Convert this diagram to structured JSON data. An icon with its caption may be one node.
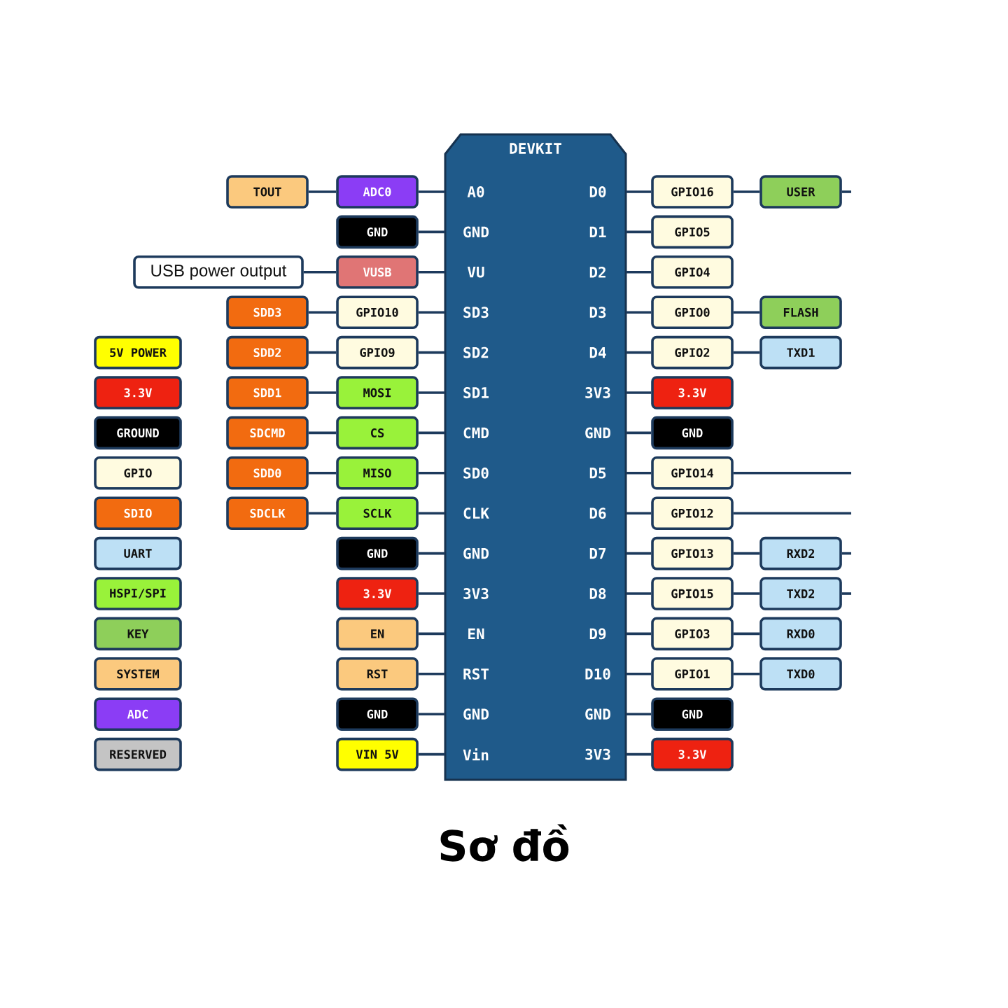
{
  "diagram": {
    "caption": "Sơ đồ",
    "nodes": [
      {
        "text": [
          "DEVKIT"
        ]
      },
      {
        "text": [
          "A0"
        ],
        "in": 0
      },
      {
        "text": [
          "GND"
        ],
        "in": 0
      },
      {
        "text": [
          "VU"
        ],
        "in": 0
      },
      {
        "text": [
          "SD3"
        ],
        "in": 0
      },
      {
        "text": [
          "SD2"
        ],
        "in": 0
      },
      {
        "text": [
          "SD1"
        ],
        "in": 0
      },
      {
        "text": [
          "CMD"
        ],
        "in": 0
      },
      {
        "text": [
          "SD0"
        ],
        "in": 0
      },
      {
        "text": [
          "CLK"
        ],
        "in": 0
      },
      {
        "text": [
          "GND"
        ],
        "in": 0
      },
      {
        "text": [
          "3V3"
        ],
        "in": 0
      },
      {
        "text": [
          "EN"
        ],
        "in": 0
      },
      {
        "text": [
          "RST"
        ],
        "in": 0
      },
      {
        "text": [
          "GND"
        ],
        "in": 0
      },
      {
        "text": [
          "Vin"
        ],
        "in": 0
      },
      {
        "text": [
          "D0"
        ],
        "in": 0
      },
      {
        "text": [
          "D1"
        ],
        "in": 0
      },
      {
        "text": [
          "D2"
        ],
        "in": 0
      },
      {
        "text": [
          "D3"
        ],
        "in": 0
      },
      {
        "text": [
          "D4"
        ],
        "in": 0
      },
      {
        "text": [
          "3V3"
        ],
        "in": 0
      },
      {
        "text": [
          "GND"
        ],
        "in": 0
      },
      {
        "text": [
          "D5"
        ],
        "in": 0
      },
      {
        "text": [
          "D6"
        ],
        "in": 0
      },
      {
        "text": [
          "D7"
        ],
        "in": 0
      },
      {
        "text": [
          "D8"
        ],
        "in": 0
      },
      {
        "text": [
          "D9"
        ],
        "in": 0
      },
      {
        "text": [
          "D10"
        ],
        "in": 0
      },
      {
        "text": [
          "GND"
        ],
        "in": 0
      },
      {
        "text": [
          "3V3"
        ],
        "in": 0
      },
      {
        "text": [
          "TOUT"
        ]
      },
      {
        "text": [
          "ADC0"
        ]
      },
      {
        "text": [
          "GPIO16"
        ]
      },
      {
        "text": [
          "USER"
        ]
      },
      {
        "text": [
          "GND"
        ]
      },
      {
        "text": [
          "GPIO5"
        ]
      },
      {
        "text": [
          "USB power output"
        ]
      },
      {
        "text": [
          "VUSB"
        ]
      },
      {
        "text": [
          "GPIO4"
        ]
      },
      {
        "text": [
          "SDD3"
        ]
      },
      {
        "text": [
          "GPIO10"
        ]
      },
      {
        "text": [
          "GPIO0"
        ]
      },
      {
        "text": [
          "FLASH"
        ]
      },
      {
        "text": [
          "SDD2"
        ]
      },
      {
        "text": [
          "GPIO9"
        ]
      },
      {
        "text": [
          "GPIO2"
        ]
      },
      {
        "text": [
          "TXD1"
        ]
      },
      {
        "text": [
          "SDD1"
        ]
      },
      {
        "text": [
          "MOSI"
        ]
      },
      {
        "text": [
          "3.3V"
        ]
      },
      {
        "text": [
          "SDCMD"
        ]
      },
      {
        "text": [
          "CS"
        ]
      },
      {
        "text": [
          "GND"
        ]
      },
      {
        "text": [
          "SDD0"
        ]
      },
      {
        "text": [
          "MISO"
        ]
      },
      {
        "text": [
          "GPIO14"
        ]
      },
      {
        "text": [
          "SDCLK"
        ]
      },
      {
        "text": [
          "SCLK"
        ]
      },
      {
        "text": [
          "GPIO12"
        ]
      },
      {
        "text": [
          "GND"
        ]
      },
      {
        "text": [
          "GPIO13"
        ]
      },
      {
        "text": [
          "RXD2"
        ]
      },
      {
        "text": [
          "3.3V"
        ]
      },
      {
        "text": [
          "GPIO15"
        ]
      },
      {
        "text": [
          "TXD2"
        ]
      },
      {
        "text": [
          "EN"
        ]
      },
      {
        "text": [
          "GPIO3"
        ]
      },
      {
        "text": [
          "RXD0"
        ]
      },
      {
        "text": [
          "RST"
        ]
      },
      {
        "text": [
          "GPIO1"
        ]
      },
      {
        "text": [
          "TXD0"
        ]
      },
      {
        "text": [
          "GND"
        ]
      },
      {
        "text": [
          "GND"
        ]
      },
      {
        "text": [
          "VIN 5V"
        ]
      },
      {
        "text": [
          "3.3V"
        ]
      }
    ],
    "edges": [
      {
        "from": 31,
        "to": 32,
        "arrow": "none"
      },
      {
        "from": 32,
        "to": 1,
        "arrow": "none"
      },
      {
        "from": 16,
        "to": 33,
        "arrow": "none"
      },
      {
        "from": 33,
        "to": 34,
        "arrow": "none"
      },
      {
        "from": 34,
        "to": null,
        "arrow": "none"
      },
      {
        "from": 35,
        "to": 2,
        "arrow": "none"
      },
      {
        "from": 17,
        "to": 36,
        "arrow": "none"
      },
      {
        "from": 37,
        "to": 38,
        "arrow": "none"
      },
      {
        "from": 38,
        "to": 3,
        "arrow": "none"
      },
      {
        "from": 18,
        "to": 39,
        "arrow": "none"
      },
      {
        "from": 40,
        "to": 41,
        "arrow": "none"
      },
      {
        "from": 41,
        "to": 4,
        "arrow": "none"
      },
      {
        "from": 19,
        "to": 42,
        "arrow": "none"
      },
      {
        "from": 42,
        "to": 43,
        "arrow": "none"
      },
      {
        "from": 44,
        "to": 45,
        "arrow": "none"
      },
      {
        "from": 45,
        "to": 5,
        "arrow": "none"
      },
      {
        "from": 20,
        "to": 46,
        "arrow": "none"
      },
      {
        "from": 46,
        "to": 47,
        "arrow": "none"
      },
      {
        "from": 48,
        "to": 49,
        "arrow": "none"
      },
      {
        "from": 49,
        "to": 6,
        "arrow": "none"
      },
      {
        "from": 21,
        "to": 50,
        "arrow": "none"
      },
      {
        "from": 51,
        "to": 52,
        "arrow": "none"
      },
      {
        "from": 52,
        "to": 7,
        "arrow": "none"
      },
      {
        "from": 22,
        "to": 53,
        "arrow": "none"
      },
      {
        "from": 54,
        "to": 55,
        "arrow": "none"
      },
      {
        "from": 55,
        "to": 8,
        "arrow": "none"
      },
      {
        "from": 23,
        "to": 56,
        "arrow": "none"
      },
      {
        "from": 56,
        "to": null,
        "arrow": "none"
      },
      {
        "from": 57,
        "to": 58,
        "arrow": "none"
      },
      {
        "from": 58,
        "to": 9,
        "arrow": "none"
      },
      {
        "from": 24,
        "to": 59,
        "arrow": "none"
      },
      {
        "from": 59,
        "to": null,
        "arrow": "none"
      },
      {
        "from": 60,
        "to": 10,
        "arrow": "none"
      },
      {
        "from": 25,
        "to": 61,
        "arrow": "none"
      },
      {
        "from": 61,
        "to": 62,
        "arrow": "none"
      },
      {
        "from": 62,
        "to": null,
        "arrow": "none"
      },
      {
        "from": 63,
        "to": 11,
        "arrow": "none"
      },
      {
        "from": 26,
        "to": 64,
        "arrow": "none"
      },
      {
        "from": 64,
        "to": 65,
        "arrow": "none"
      },
      {
        "from": 65,
        "to": null,
        "arrow": "none"
      },
      {
        "from": 66,
        "to": 12,
        "arrow": "none"
      },
      {
        "from": 27,
        "to": 67,
        "arrow": "none"
      },
      {
        "from": 67,
        "to": 68,
        "arrow": "none"
      },
      {
        "from": 69,
        "to": 13,
        "arrow": "none"
      },
      {
        "from": 28,
        "to": 70,
        "arrow": "none"
      },
      {
        "from": 70,
        "to": 71,
        "arrow": "none"
      },
      {
        "from": 72,
        "to": 14,
        "arrow": "none"
      },
      {
        "from": 29,
        "to": 73,
        "arrow": "none"
      },
      {
        "from": 74,
        "to": 15,
        "arrow": "none"
      },
      {
        "from": 30,
        "to": 75,
        "arrow": "none"
      }
    ],
    "legend": [
      {
        "text": "5V POWER",
        "color": "#ffff00"
      },
      {
        "text": "3.3V",
        "color": "#ee2211"
      },
      {
        "text": "GROUND",
        "color": "#000000"
      },
      {
        "text": "GPIO",
        "color": "#fffbe0"
      },
      {
        "text": "SDIO",
        "color": "#f26b10"
      },
      {
        "text": "UART",
        "color": "#bde0f5"
      },
      {
        "text": "HSPI/SPI",
        "color": "#99f23a"
      },
      {
        "text": "KEY",
        "color": "#8ecf5a"
      },
      {
        "text": "SYSTEM",
        "color": "#fbc97e"
      },
      {
        "text": "ADC",
        "color": "#8b3df5"
      },
      {
        "text": "RESERVED",
        "color": "#c4c4c4"
      }
    ]
  }
}
